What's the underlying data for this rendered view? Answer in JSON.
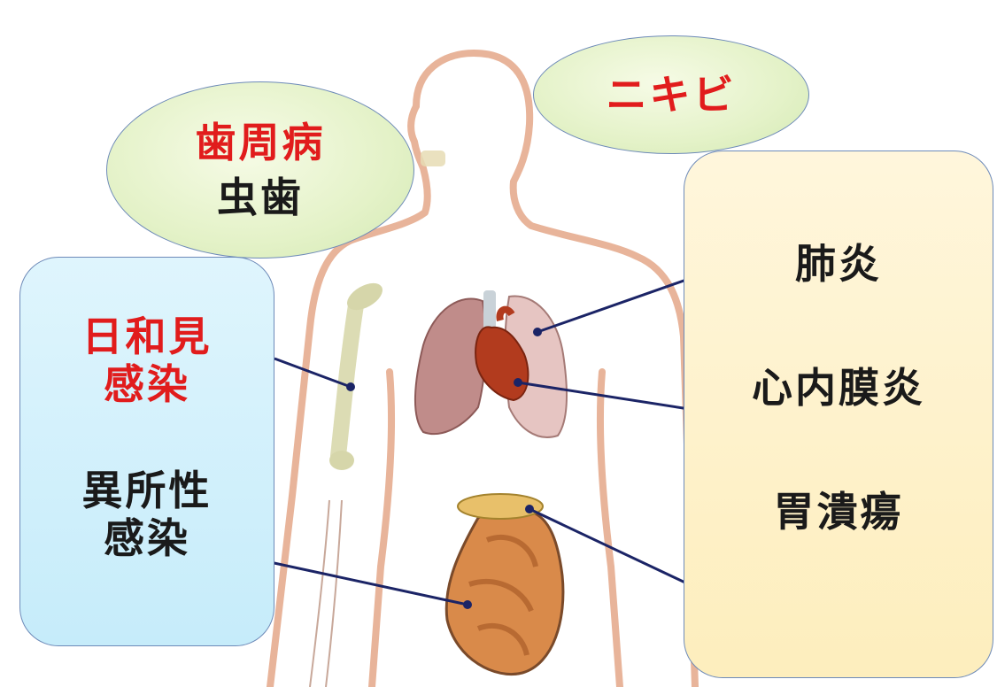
{
  "labels": {
    "acne": "ニキビ",
    "periodontal": "歯周病",
    "caries": "虫歯",
    "opportunistic_1": "日和見",
    "opportunistic_2": "感染",
    "ectopic_1": "異所性",
    "ectopic_2": "感染",
    "pneumonia": "肺炎",
    "endocarditis": "心内膜炎",
    "gastric_ulcer": "胃潰瘍"
  },
  "colors": {
    "highlight": "#e11c1c",
    "normal": "#1a1a1a",
    "leader_line": "#1b2466",
    "body_outline": "#e8b49a"
  }
}
